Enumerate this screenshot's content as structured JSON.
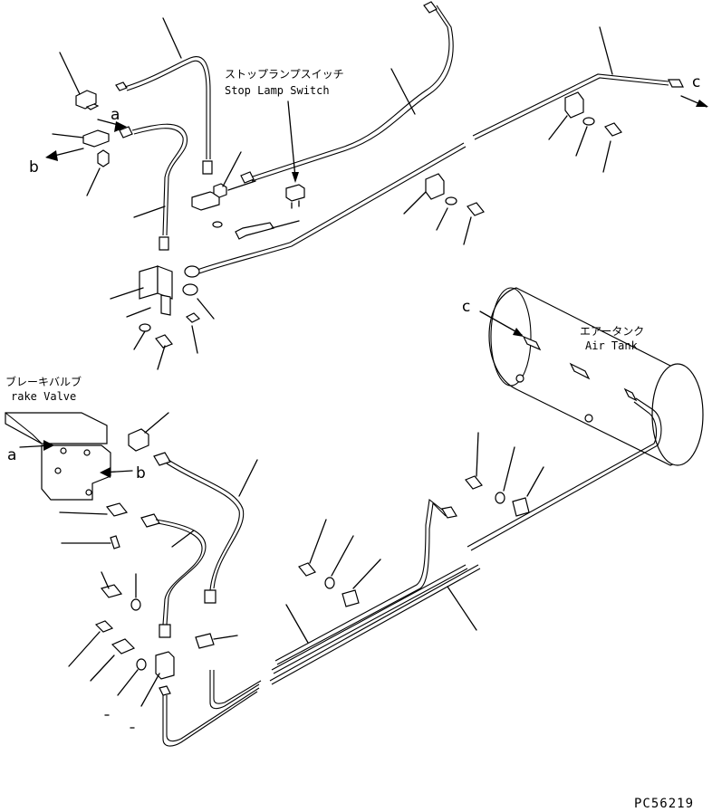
{
  "labels": {
    "stop_lamp_switch_jp": "ストップランプスイッチ",
    "stop_lamp_switch_en": "Stop Lamp Switch",
    "brake_valve_jp": "ブレーキバルブ",
    "brake_valve_en": "rake Valve",
    "air_tank_jp": "エアータンク",
    "air_tank_en": "Air Tank",
    "drawing_code": "PC56219"
  },
  "callouts": {
    "a_top": "a",
    "b_top": "b",
    "c_top": "c",
    "c_tank": "c",
    "a_valve": "a",
    "b_valve": "b"
  }
}
